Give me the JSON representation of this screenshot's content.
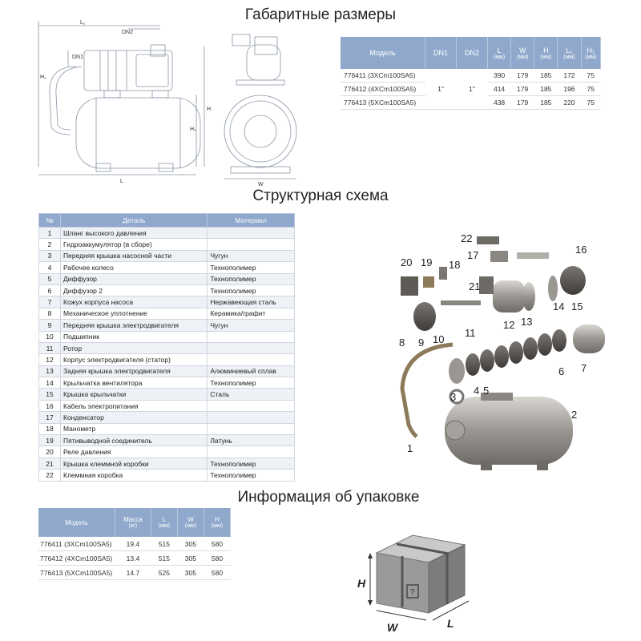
{
  "titles": {
    "dimensions": "Габаритные размеры",
    "structure": "Структурная схема",
    "packaging": "Информация об упаковке"
  },
  "drawing_labels": {
    "L1": "L₁",
    "DN2": "DN2",
    "DN1": "DN1",
    "H1_left": "H₁",
    "H": "H",
    "H1": "H₁",
    "L": "L",
    "W": "W"
  },
  "dimensions_table": {
    "headers": [
      {
        "label": "Модель",
        "unit": ""
      },
      {
        "label": "DN1",
        "unit": ""
      },
      {
        "label": "DN2",
        "unit": ""
      },
      {
        "label": "L",
        "unit": "(мм)"
      },
      {
        "label": "W",
        "unit": "(мм)"
      },
      {
        "label": "H",
        "unit": "(мм)"
      },
      {
        "label": "L₁",
        "unit": "(мм)"
      },
      {
        "label": "H₁",
        "unit": "(мм)"
      }
    ],
    "dn1": "1\"",
    "dn2": "1\"",
    "rows": [
      {
        "model": "776411 (3XCm100SA5)",
        "L": "390",
        "W": "179",
        "H": "185",
        "L1": "172",
        "H1": "75"
      },
      {
        "model": "776412 (4XCm100SA5)",
        "L": "414",
        "W": "179",
        "H": "185",
        "L1": "196",
        "H1": "75"
      },
      {
        "model": "776413 (5XCm100SA5)",
        "L": "438",
        "W": "179",
        "H": "185",
        "L1": "220",
        "H1": "75"
      }
    ]
  },
  "parts_table": {
    "headers": [
      "№",
      "Деталь",
      "Материал"
    ],
    "rows": [
      {
        "n": "1",
        "part": "Шланг высокого давления",
        "material": ""
      },
      {
        "n": "2",
        "part": "Гидроаккумулятор (в сборе)",
        "material": ""
      },
      {
        "n": "3",
        "part": "Передняя крышка насосной части",
        "material": "Чугун"
      },
      {
        "n": "4",
        "part": "Рабочее колесо",
        "material": "Технополимер"
      },
      {
        "n": "5",
        "part": "Диффузор",
        "material": "Технополимер"
      },
      {
        "n": "6",
        "part": "Диффузор 2",
        "material": "Технополимер"
      },
      {
        "n": "7",
        "part": "Кожух корпуса насоса",
        "material": "Нержавеющая сталь"
      },
      {
        "n": "8",
        "part": "Механическое уплотнение",
        "material": "Керамика/графит"
      },
      {
        "n": "9",
        "part": "Передняя крышка электродвигателя",
        "material": "Чугун"
      },
      {
        "n": "10",
        "part": "Подшипник",
        "material": ""
      },
      {
        "n": "11",
        "part": "Ротор",
        "material": ""
      },
      {
        "n": "12",
        "part": "Корпус электродвигателя (статор)",
        "material": ""
      },
      {
        "n": "13",
        "part": "Задняя крышка электродвигателя",
        "material": "Алюминиевый сплав"
      },
      {
        "n": "14",
        "part": "Крыльчатка вентилятора",
        "material": "Технополимер"
      },
      {
        "n": "15",
        "part": "Крышка крыльчатки",
        "material": "Сталь"
      },
      {
        "n": "16",
        "part": "Кабель электропитания",
        "material": ""
      },
      {
        "n": "17",
        "part": "Конденсатор",
        "material": ""
      },
      {
        "n": "18",
        "part": "Манометр",
        "material": ""
      },
      {
        "n": "19",
        "part": "Пятивыводной соединитель",
        "material": "Латунь"
      },
      {
        "n": "20",
        "part": "Реле давления",
        "material": ""
      },
      {
        "n": "21",
        "part": "Крышка клеммной коробки",
        "material": "Технополимер"
      },
      {
        "n": "22",
        "part": "Клеммная коробка",
        "material": "Технополимер"
      }
    ]
  },
  "exploded_labels": [
    "22",
    "17",
    "16",
    "20",
    "19",
    "18",
    "21",
    "12",
    "13",
    "14",
    "15",
    "8",
    "9",
    "10",
    "11",
    "6",
    "7",
    "3",
    "4",
    "5",
    "2",
    "1"
  ],
  "packaging_table": {
    "headers": [
      {
        "label": "Модель",
        "unit": ""
      },
      {
        "label": "Масса",
        "unit": "(кг)"
      },
      {
        "label": "L",
        "unit": "(мм)"
      },
      {
        "label": "W",
        "unit": "(мм)"
      },
      {
        "label": "H",
        "unit": "(мм)"
      }
    ],
    "rows": [
      {
        "model": "776411 (3XCm100SA5)",
        "mass": "19.4",
        "L": "515",
        "W": "305",
        "H": "580"
      },
      {
        "model": "776412 (4XCm100SA5)",
        "mass": "13.4",
        "L": "515",
        "W": "305",
        "H": "580"
      },
      {
        "model": "776413 (5XCm100SA5)",
        "mass": "14.7",
        "L": "525",
        "W": "305",
        "H": "580"
      }
    ]
  },
  "box_labels": {
    "H": "H",
    "W": "W",
    "L": "L"
  }
}
